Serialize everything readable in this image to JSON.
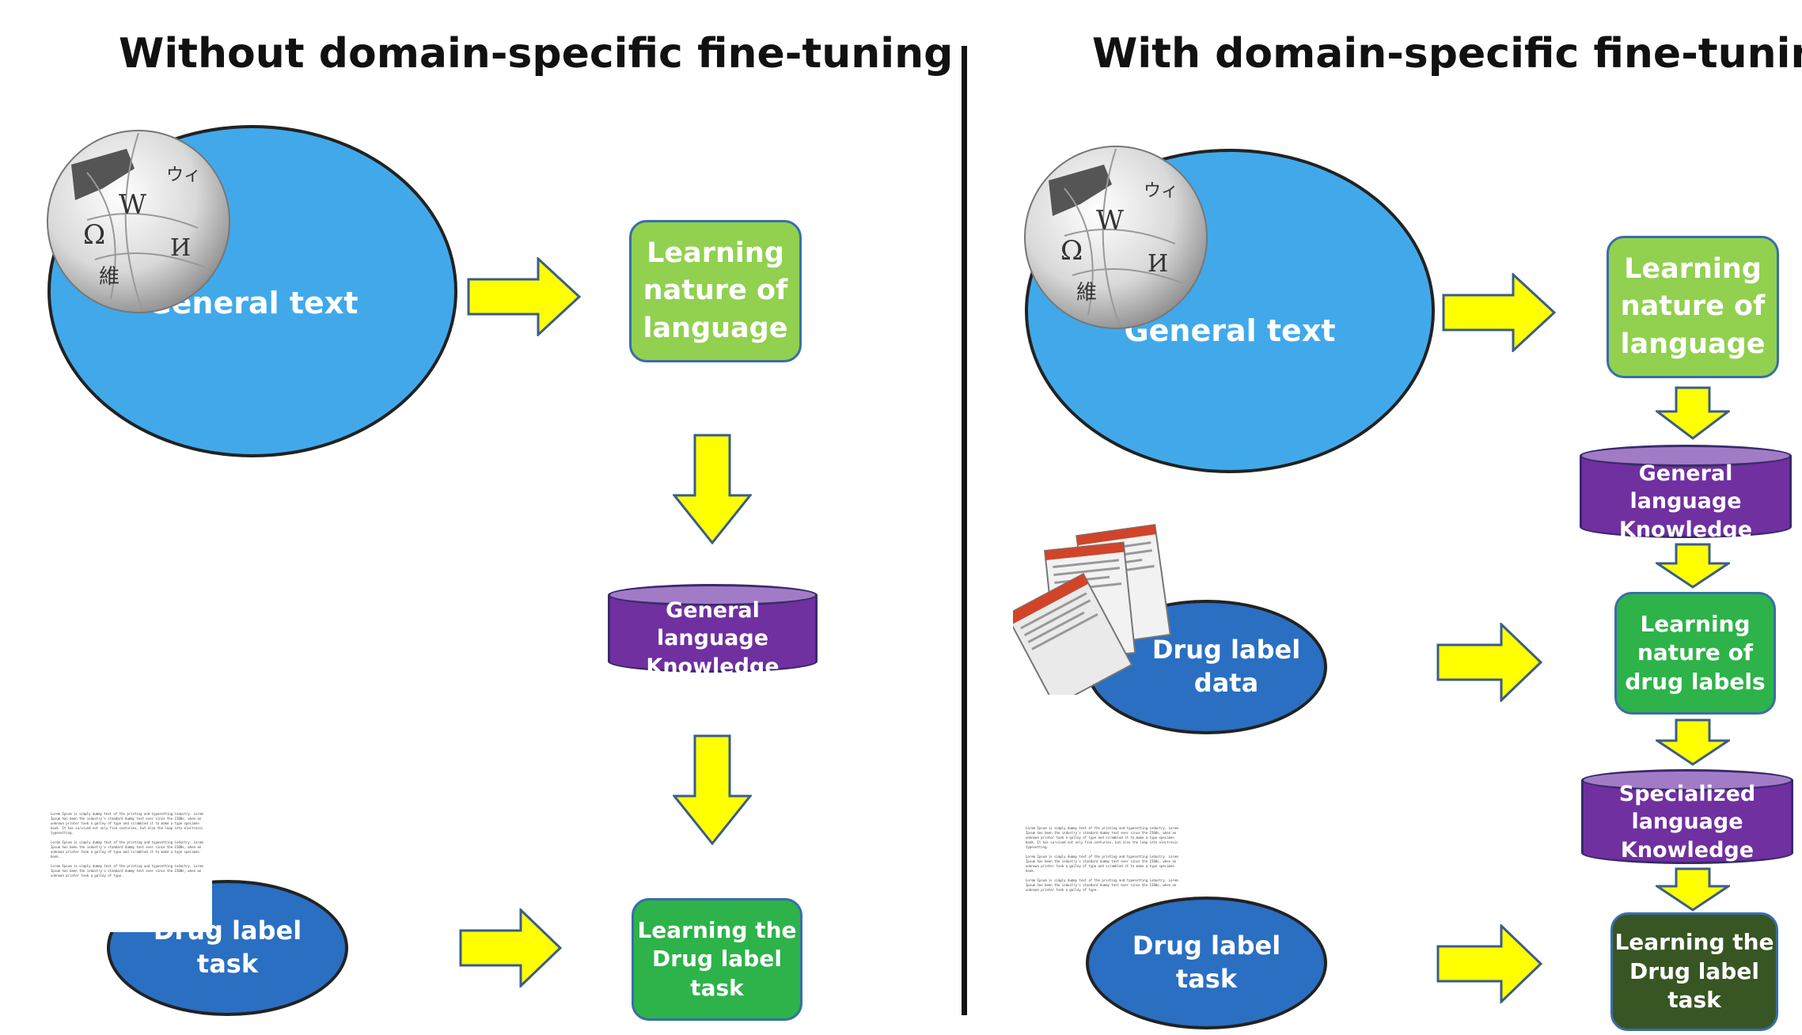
{
  "titles": {
    "left": "Without  domain-specific fine-tuning",
    "right": "With domain-specific fine-tuning"
  },
  "left": {
    "general_text": "General text",
    "learning_language": [
      "Learning",
      "nature  of",
      "language"
    ],
    "general_knowledge": [
      "General language",
      "Knowledge"
    ],
    "drug_task": [
      "Drug label",
      "task"
    ],
    "learning_task": [
      "Learning the",
      "Drug label",
      "task"
    ]
  },
  "right": {
    "general_text": "General text",
    "learning_language": [
      "Learning",
      "nature  of",
      "language"
    ],
    "general_knowledge": [
      "General language",
      "Knowledge"
    ],
    "drug_data": [
      "Drug label",
      "data"
    ],
    "learning_drug_labels": [
      "Learning",
      "nature of",
      "drug labels"
    ],
    "specialized_knowledge": [
      "Specialized",
      "language",
      "Knowledge"
    ],
    "drug_task": [
      "Drug label",
      "task"
    ],
    "learning_task": [
      "Learning the",
      "Drug label",
      "task"
    ]
  },
  "colors": {
    "general_text_ellipse": "#41a9ea",
    "drug_ellipse": "#2a6fc2",
    "learning_box": "#92d050",
    "learning_green": "#2db34a",
    "learning_dark": "#375623",
    "knowledge_cylinder": "#7030a0",
    "arrow": "#ffff00"
  },
  "icons": {
    "wikipedia_globe": "wikipedia-globe-icon",
    "drug_label_pamphlets": "drug-label-pamphlets-icon",
    "text_document": "text-document-icon"
  }
}
